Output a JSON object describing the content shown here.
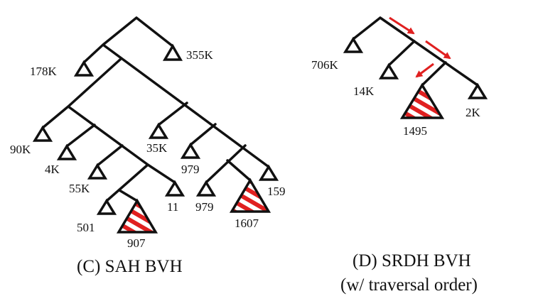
{
  "colors": {
    "line": "#111111",
    "hatch": "#e02020",
    "arrow": "#e02020",
    "background": "#ffffff"
  },
  "sah": {
    "caption": "(C) SAH BVH",
    "leaves": {
      "l355k": "355K",
      "l178k": "178K",
      "l90k": "90K",
      "l4k": "4K",
      "l35k": "35K",
      "l979a": "979",
      "l55k": "55K",
      "l11": "11",
      "l501": "501",
      "l907": "907",
      "l979b": "979",
      "l1607": "1607",
      "l159": "159"
    }
  },
  "srdh": {
    "caption_line1": "(D) SRDH BVH",
    "caption_line2": "(w/ traversal order)",
    "leaves": {
      "l706k": "706K",
      "l14k": "14K",
      "l1495": "1495",
      "l2k": "2K"
    }
  }
}
